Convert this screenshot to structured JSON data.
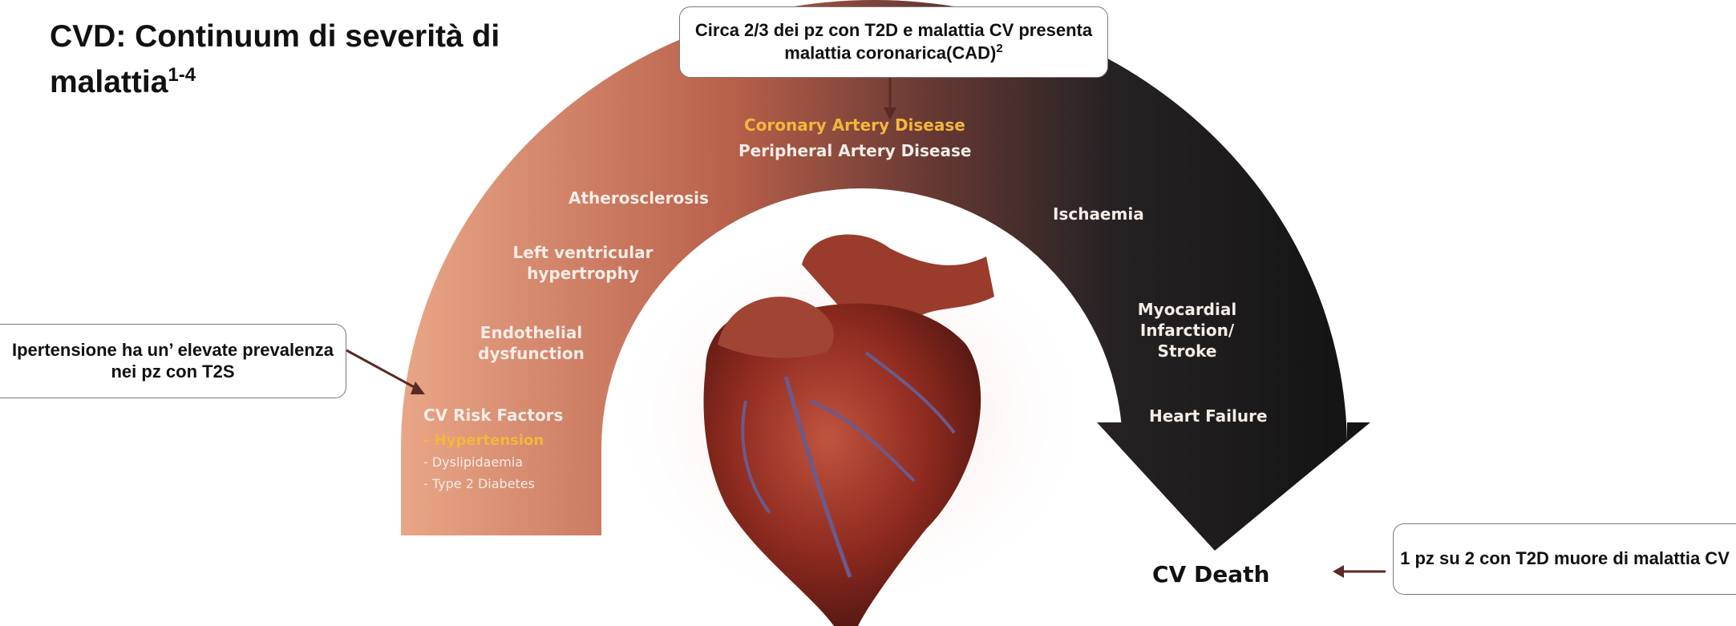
{
  "title": {
    "text": "CVD: Continuum di severità di malattia",
    "superscript": "1-4"
  },
  "callouts": {
    "top": {
      "text_before": "Circa 2/3 dei pz con T2D e malattia CV presenta malattia coronarica(CAD)",
      "superscript": "2"
    },
    "left": "Ipertensione ha un’ elevate prevalenza nei pz con T2S",
    "right": "1 pz su 2 con T2D muore di malattia CV"
  },
  "continuum": {
    "coronary": "Coronary Artery Disease",
    "peripheral": "Peripheral Artery Disease",
    "atherosclerosis": "Atherosclerosis",
    "lvh": "Left ventricular hypertrophy",
    "endothelial": "Endothelial dysfunction",
    "ischaemia": "Ischaemia",
    "mi": "Myocardial Infarction/ Stroke",
    "hf": "Heart Failure",
    "risk_title": "CV Risk Factors",
    "risk_items": [
      "- Hypertension",
      "- Dyslipidaemia",
      "- Type 2 Diabetes"
    ],
    "death": "CV Death"
  },
  "colors": {
    "arc_start": "#f0b79c",
    "arc_mid": "#b55a44",
    "arc_end": "#111111",
    "highlight": "#f3b63c",
    "heart": "#8e2a1f"
  }
}
